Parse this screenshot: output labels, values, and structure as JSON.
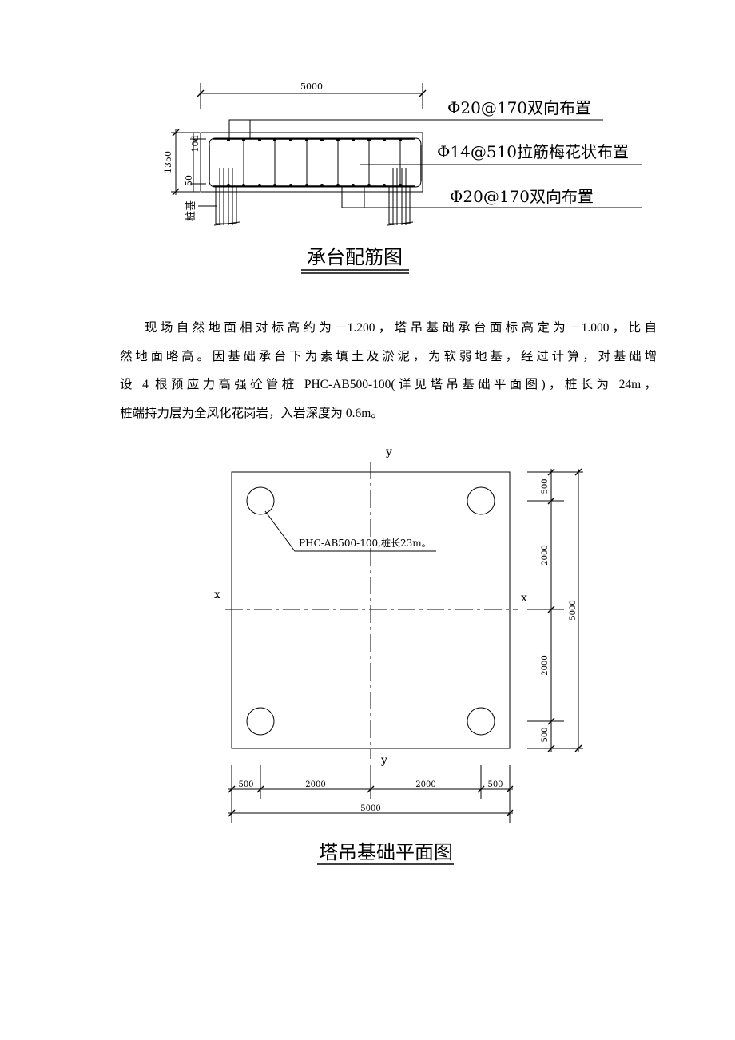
{
  "rebar_drawing": {
    "title": "承台配筋图",
    "dim_width": "5000",
    "dim_height": "1350",
    "dim_10d": "10d",
    "dim_50": "50",
    "pile_label": "桩基",
    "callout_top": "Φ20@170双向布置",
    "callout_mid": "Φ14@510拉筋梅花状布置",
    "callout_bottom": "Φ20@170双向布置"
  },
  "paragraph": {
    "lines": [
      "现场自然地面相对标高约为－1.200，塔吊基础承台面标高定为－1.000，比自",
      "然地面略高。因基础承台下为素填土及淤泥，为软弱地基，经过计算，对基础增",
      "设 4 根预应力高强砼管桩 PHC-AB500-100(详见塔吊基础平面图)，桩长为 24m，",
      "桩端持力层为全风化花岗岩，入岩深度为 0.6m。"
    ]
  },
  "plan_drawing": {
    "title": "塔吊基础平面图",
    "axis_y_top": "y",
    "axis_y_bottom": "y",
    "axis_x_left": "x",
    "axis_x_right": "x",
    "pile_note": "PHC-AB500-100,桩长23m。",
    "right_dims": [
      "500",
      "2000",
      "2000",
      "500"
    ],
    "right_total": "5000",
    "bottom_dims": [
      "500",
      "2000",
      "2000",
      "500"
    ],
    "bottom_total": "5000"
  }
}
